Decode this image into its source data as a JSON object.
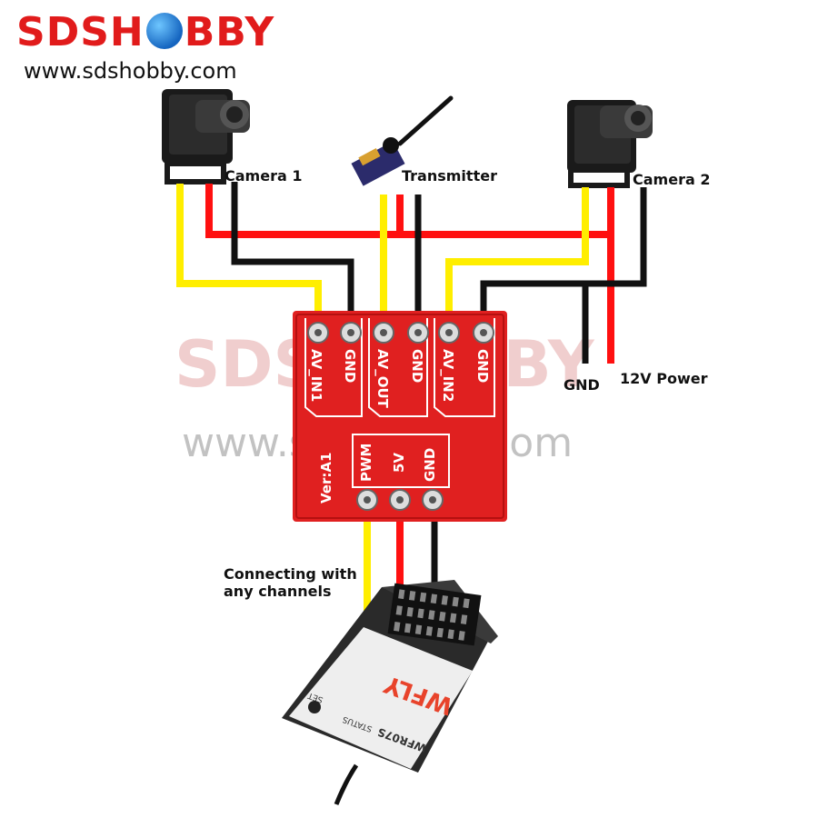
{
  "brand": {
    "name": "SDSHOBBY",
    "name_left": "SDSH",
    "name_right": "BBY",
    "url": "www.sdshobby.com"
  },
  "watermark": {
    "left": "SDSH",
    "right": "BBY",
    "url": "www.sdshobby.com"
  },
  "labels": {
    "camera1": "Camera 1",
    "transmitter": "Transmitter",
    "camera2": "Camera 2",
    "gnd": "GND",
    "power": "12V Power",
    "connecting_line1": "Connecting with",
    "connecting_line2": "any channels"
  },
  "board": {
    "pins_top": [
      "AV_IN1",
      "GND",
      "AV_OUT",
      "GND",
      "AV_IN2",
      "GND"
    ],
    "pins_bottom": [
      "PWM",
      "5V",
      "GND"
    ],
    "version": "Ver:A1"
  },
  "receiver": {
    "brand": "WFLY",
    "model": "WFR07S",
    "status_label": "STATUS",
    "set_label": "SET"
  },
  "colors": {
    "board": "#e02020",
    "wire_red": "#ff1010",
    "wire_yellow": "#ffee00",
    "wire_black": "#111111",
    "brand_red": "#e11b1b"
  }
}
